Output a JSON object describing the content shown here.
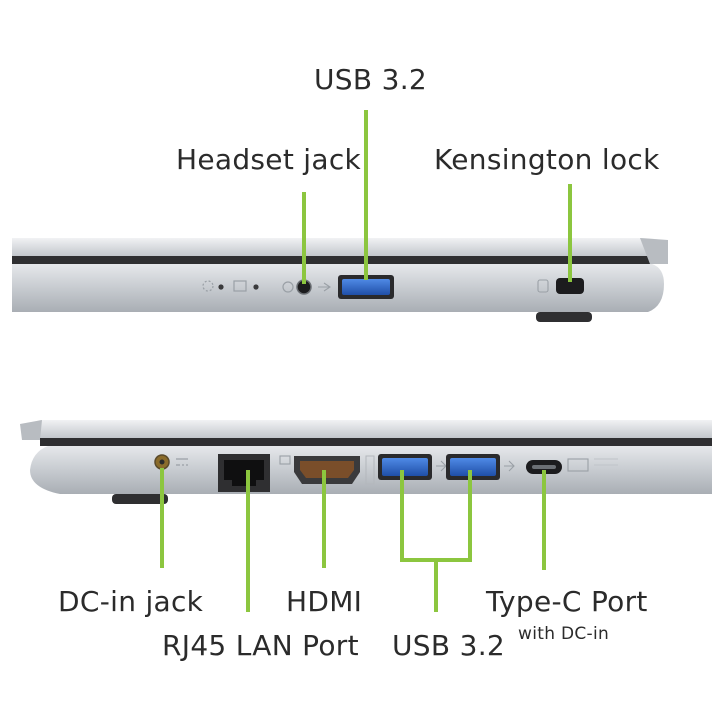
{
  "colors": {
    "leader": "#8cc63f",
    "chassis": "#c9cdd2",
    "chassis_dark": "#2f2f31",
    "text": "#2b2b2b",
    "usb_blue": "#2f6fd1"
  },
  "top_side": {
    "labels": {
      "usb": "USB 3.2",
      "headset": "Headset jack",
      "kensington": "Kensington lock"
    },
    "ports": [
      "headset-jack",
      "usb-a",
      "kensington-lock"
    ]
  },
  "bottom_side": {
    "labels": {
      "dc_in": "DC-in jack",
      "rj45": "RJ45 LAN Port",
      "hdmi": "HDMI",
      "usb": "USB 3.2",
      "typec": "Type-C Port",
      "typec_note": "with DC-in"
    },
    "ports": [
      "dc-in-jack",
      "rj45-port",
      "hdmi-port",
      "usb-a",
      "usb-a",
      "usb-c-port"
    ]
  }
}
